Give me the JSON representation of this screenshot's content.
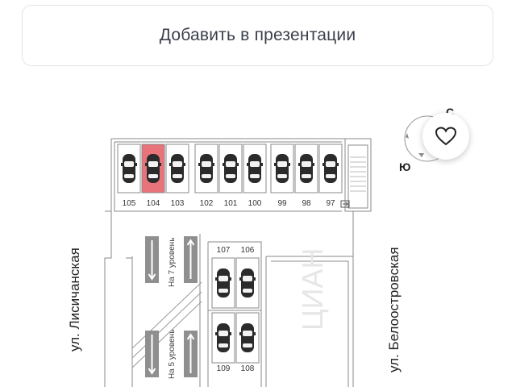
{
  "toolbar": {
    "add_to_presentation_label": "Добавить в презентации"
  },
  "favorite": {
    "icon": "heart-icon"
  },
  "compass": {
    "north_label": "С",
    "south_label": "Ю"
  },
  "streets": {
    "left": "ул. Лисичанская",
    "right": "ул. Белоостровская"
  },
  "ramps": {
    "up_label": "На 7 уровень",
    "down_label": "На 5 уровень"
  },
  "top_row_spots": [
    {
      "number": "105",
      "selected": false
    },
    {
      "number": "104",
      "selected": true
    },
    {
      "number": "103",
      "selected": false
    },
    {
      "number": "102",
      "selected": false
    },
    {
      "number": "101",
      "selected": false
    },
    {
      "number": "100",
      "selected": false
    },
    {
      "number": "99",
      "selected": false
    },
    {
      "number": "98",
      "selected": false
    },
    {
      "number": "97",
      "selected": false
    }
  ],
  "middle_spots_top": [
    {
      "number": "107",
      "selected": false
    },
    {
      "number": "106",
      "selected": false
    }
  ],
  "middle_spots_bottom": [
    {
      "number": "109",
      "selected": false
    },
    {
      "number": "108",
      "selected": false
    }
  ],
  "colors": {
    "selected_spot": "#e8737b",
    "line": "#8a8a8a",
    "car": "#2b2b2b"
  }
}
